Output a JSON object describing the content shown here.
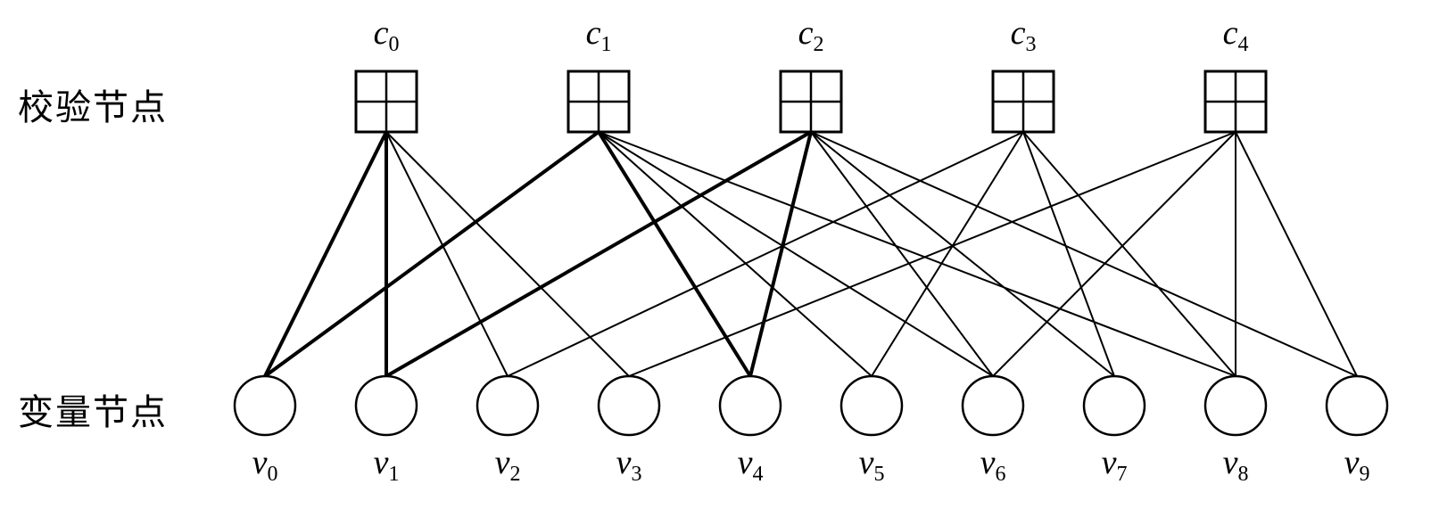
{
  "labels": {
    "check_nodes": "校验节点",
    "variable_nodes": "变量节点"
  },
  "check_nodes": [
    {
      "symbol": "c",
      "index": "0"
    },
    {
      "symbol": "c",
      "index": "1"
    },
    {
      "symbol": "c",
      "index": "2"
    },
    {
      "symbol": "c",
      "index": "3"
    },
    {
      "symbol": "c",
      "index": "4"
    }
  ],
  "variable_nodes": [
    {
      "symbol": "v",
      "index": "0"
    },
    {
      "symbol": "v",
      "index": "1"
    },
    {
      "symbol": "v",
      "index": "2"
    },
    {
      "symbol": "v",
      "index": "3"
    },
    {
      "symbol": "v",
      "index": "4"
    },
    {
      "symbol": "v",
      "index": "5"
    },
    {
      "symbol": "v",
      "index": "6"
    },
    {
      "symbol": "v",
      "index": "7"
    },
    {
      "symbol": "v",
      "index": "8"
    },
    {
      "symbol": "v",
      "index": "9"
    }
  ],
  "edges": [
    {
      "check": 0,
      "variable": 0,
      "bold": true
    },
    {
      "check": 0,
      "variable": 1,
      "bold": true
    },
    {
      "check": 0,
      "variable": 2,
      "bold": false
    },
    {
      "check": 0,
      "variable": 3,
      "bold": false
    },
    {
      "check": 1,
      "variable": 0,
      "bold": true
    },
    {
      "check": 1,
      "variable": 4,
      "bold": true
    },
    {
      "check": 1,
      "variable": 5,
      "bold": false
    },
    {
      "check": 1,
      "variable": 6,
      "bold": false
    },
    {
      "check": 1,
      "variable": 8,
      "bold": false
    },
    {
      "check": 2,
      "variable": 1,
      "bold": true
    },
    {
      "check": 2,
      "variable": 4,
      "bold": true
    },
    {
      "check": 2,
      "variable": 6,
      "bold": false
    },
    {
      "check": 2,
      "variable": 7,
      "bold": false
    },
    {
      "check": 2,
      "variable": 9,
      "bold": false
    },
    {
      "check": 3,
      "variable": 2,
      "bold": false
    },
    {
      "check": 3,
      "variable": 5,
      "bold": false
    },
    {
      "check": 3,
      "variable": 7,
      "bold": false
    },
    {
      "check": 3,
      "variable": 8,
      "bold": false
    },
    {
      "check": 4,
      "variable": 3,
      "bold": false
    },
    {
      "check": 4,
      "variable": 6,
      "bold": false
    },
    {
      "check": 4,
      "variable": 8,
      "bold": false
    },
    {
      "check": 4,
      "variable": 9,
      "bold": false
    }
  ]
}
